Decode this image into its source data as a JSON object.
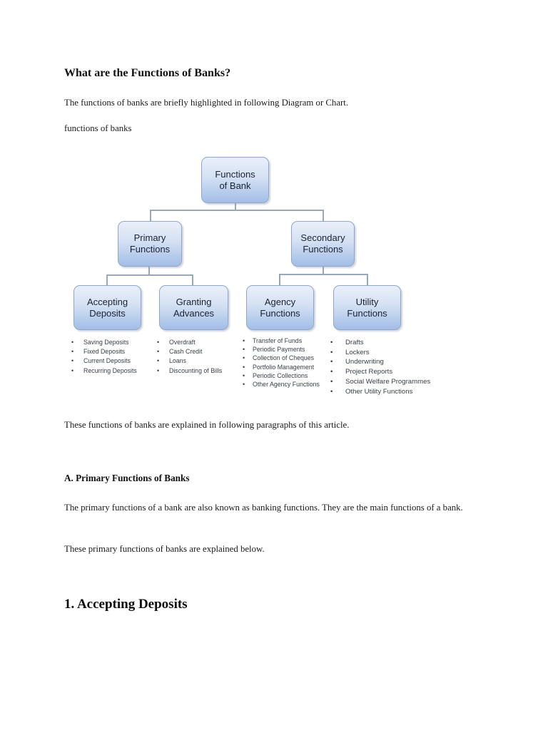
{
  "page": {
    "title": "What are the Functions of Banks?",
    "intro": "The functions of banks are briefly highlighted in following Diagram or Chart.",
    "caption": "functions of banks",
    "after_diagram_note": "These functions of banks are explained in following paragraphs of this article.",
    "section_a": {
      "heading": "A. Primary Functions of Banks",
      "body": "The primary functions of a bank are also known as banking functions. They are the main functions of a bank.",
      "note": "These primary functions of banks are explained below."
    },
    "section_1_heading": "1. Accepting Deposits"
  },
  "diagram": {
    "root_label": "Functions\nof Bank",
    "primary_label": "Primary\nFunctions",
    "secondary_label": "Secondary\nFunctions",
    "accepting_label": "Accepting\nDeposits",
    "granting_label": "Granting\nAdvances",
    "agency_label": "Agency\nFunctions",
    "utility_label": "Utility\nFunctions",
    "accepting_items": [
      "Saving Deposits",
      "Fixed Deposits",
      "Current Deposits",
      "Recurring Deposits"
    ],
    "granting_items": [
      "Overdraft",
      "Cash Credit",
      "Loans",
      "Discounting of Bills"
    ],
    "agency_items": [
      "Transfer of Funds",
      "Periodic Payments",
      "Collection of Cheques",
      "Portfolio Management",
      "Periodic Collections",
      "Other Agency Functions"
    ],
    "utility_items": [
      "Drafts",
      "Lockers",
      "Underwriting",
      "Project Reports",
      "Social Welfare Programmes",
      "Other Utility Functions"
    ],
    "colors": {
      "box_fill_top": "#eaf0fa",
      "box_fill_bottom": "#a5bde6",
      "box_border": "#8fa7c9",
      "connector": "#97a7bd",
      "box_text": "#1b2330",
      "list_text": "#39404b"
    }
  }
}
